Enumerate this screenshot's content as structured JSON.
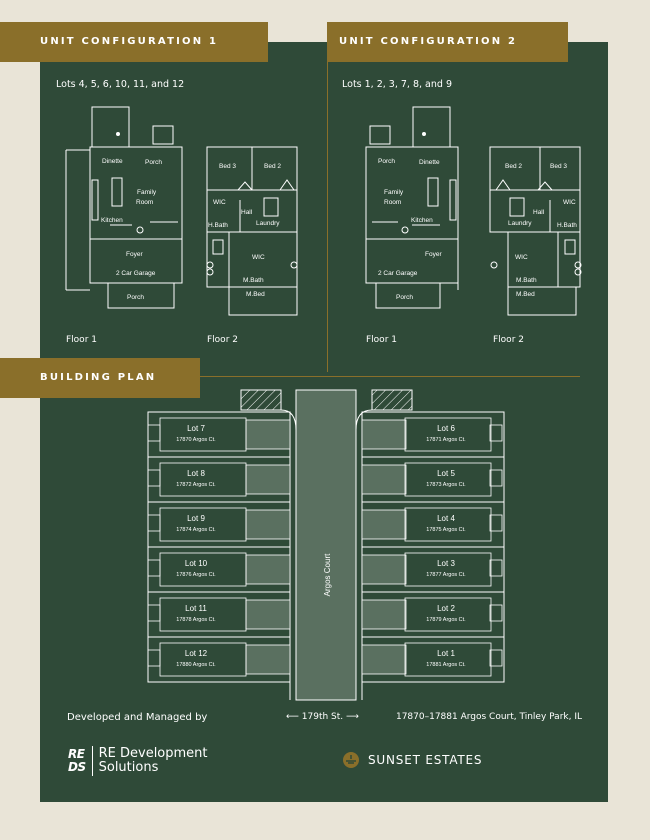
{
  "config1": {
    "banner": "UNIT CONFIGURATION 1",
    "lots": "Lots 4, 5, 6, 10, 11, and 12",
    "floor1_label": "Floor 1",
    "floor2_label": "Floor 2",
    "rooms1": {
      "dinette": "Dinette",
      "porch": "Porch",
      "family": "Family",
      "room": "Room",
      "kitchen": "Kitchen",
      "foyer": "Foyer",
      "garage": "2 Car Garage",
      "porch2": "Porch"
    },
    "rooms2": {
      "bed3": "Bed 3",
      "bed2": "Bed 2",
      "wic": "WIC",
      "hall": "Hall",
      "hbath": "H.Bath",
      "laundry": "Laundry",
      "wic2": "WIC",
      "mbath": "M.Bath",
      "mbed": "M.Bed"
    }
  },
  "config2": {
    "banner": "UNIT CONFIGURATION 2",
    "lots": "Lots 1, 2, 3, 7, 8, and 9",
    "floor1_label": "Floor 1",
    "floor2_label": "Floor 2",
    "rooms1": {
      "porch": "Porch",
      "dinette": "Dinette",
      "family": "Family",
      "room": "Room",
      "kitchen": "Kitchen",
      "foyer": "Foyer",
      "garage": "2 Car Garage",
      "porch2": "Porch"
    },
    "rooms2": {
      "bed2": "Bed 2",
      "bed3": "Bed 3",
      "wic": "WIC",
      "hall": "Hall",
      "laundry": "Laundry",
      "hbath": "H.Bath",
      "wic2": "WIC",
      "mbath": "M.Bath",
      "mbed": "M.Bed"
    }
  },
  "building": {
    "banner": "BUILDING PLAN",
    "road_label": "Argos Court",
    "left_lots": [
      {
        "lot": "Lot 7",
        "addr": "17870 Argos Ct."
      },
      {
        "lot": "Lot 8",
        "addr": "17872 Argos Ct."
      },
      {
        "lot": "Lot 9",
        "addr": "17874 Argos Ct."
      },
      {
        "lot": "Lot 10",
        "addr": "17876 Argos Ct."
      },
      {
        "lot": "Lot 11",
        "addr": "17878 Argos Ct."
      },
      {
        "lot": "Lot 12",
        "addr": "17880 Argos Ct."
      }
    ],
    "right_lots": [
      {
        "lot": "Lot 6",
        "addr": "17871 Argos Ct."
      },
      {
        "lot": "Lot 5",
        "addr": "17873 Argos Ct."
      },
      {
        "lot": "Lot 4",
        "addr": "17875 Argos Ct."
      },
      {
        "lot": "Lot 3",
        "addr": "17877 Argos Ct."
      },
      {
        "lot": "Lot 2",
        "addr": "17879 Argos Ct."
      },
      {
        "lot": "Lot 1",
        "addr": "17881 Argos Ct."
      }
    ]
  },
  "footer": {
    "developed": "Developed and Managed by",
    "street": "179th St.",
    "address": "17870–17881 Argos Court, Tinley Park, IL",
    "re_mark_top": "RE",
    "re_mark_bottom": "DS",
    "re_name_1": "RE Development",
    "re_name_2": "Solutions",
    "sunset": "SUNSET ESTATES"
  },
  "colors": {
    "board": "#2f4a38",
    "gold": "#8a6f2a",
    "background": "#e9e4d7",
    "line": "#ffffff"
  }
}
